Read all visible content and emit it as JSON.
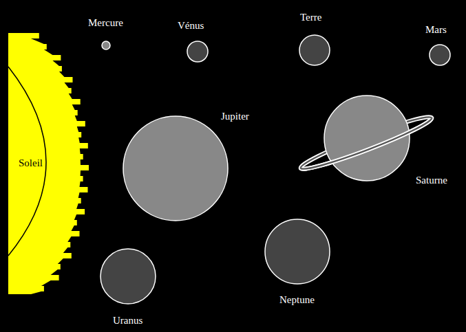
{
  "diagram": {
    "labels": [
      "Mercure",
      "Vénus",
      "Terre",
      "Mars",
      "Jupiter",
      "Soleil",
      "Saturne",
      "Neptune",
      "Uranus"
    ]
  }
}
